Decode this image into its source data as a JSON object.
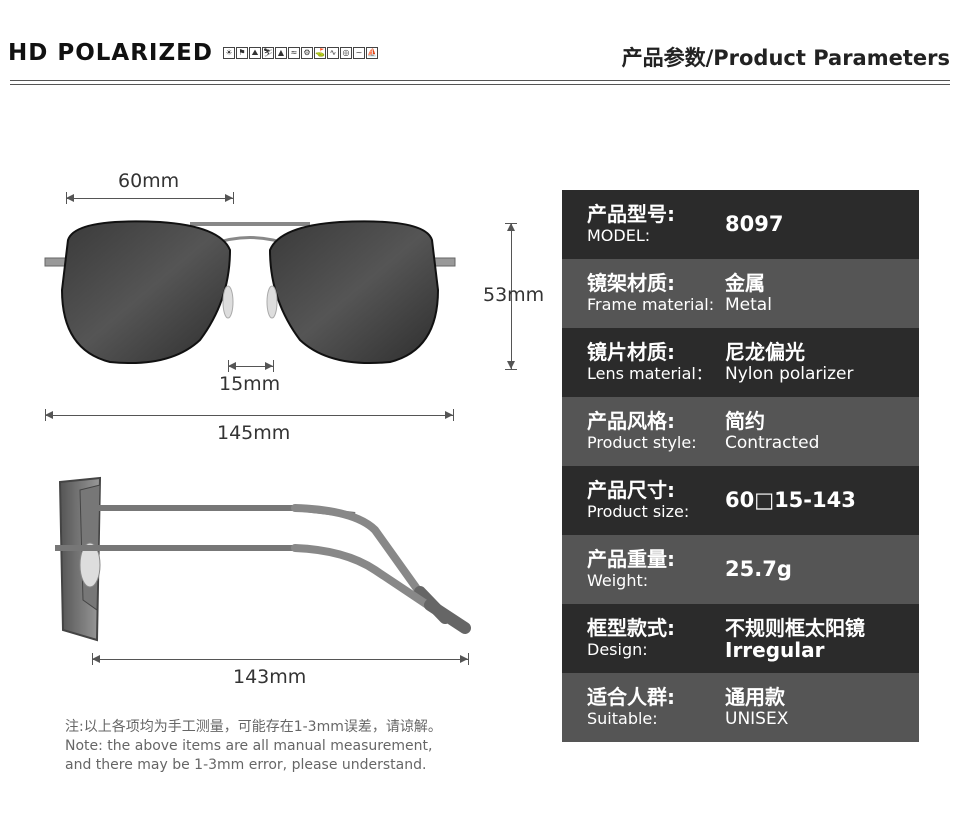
{
  "header": {
    "brand": "HD POLARIZED",
    "icons": [
      "sun-icon",
      "run-icon",
      "hike-icon",
      "ski-icon",
      "climb-icon",
      "fish-icon",
      "bike-icon",
      "golf-icon",
      "swim-icon",
      "drive-icon",
      "surf-icon",
      "sail-icon"
    ],
    "title": "产品参数/Product Parameters"
  },
  "dims": {
    "lens_width": "60mm",
    "lens_height": "53mm",
    "bridge": "15mm",
    "frame_width": "145mm",
    "temple_length": "143mm"
  },
  "note": {
    "zh": "注:以上各项均为手工测量，可能存在1-3mm误差，请谅解。",
    "en1": "Note: the above items are all manual measurement,",
    "en2": "and there may be 1-3mm error, please understand."
  },
  "params": [
    {
      "zh": "产品型号:",
      "en": "MODEL:",
      "v1": "8097",
      "v2": ""
    },
    {
      "zh": "镜架材质:",
      "en": "Frame material:",
      "v1": "金属",
      "v2": "Metal"
    },
    {
      "zh": "镜片材质:",
      "en": "Lens material：",
      "v1": "尼龙偏光",
      "v2": "Nylon polarizer"
    },
    {
      "zh": "产品风格:",
      "en": "Product style:",
      "v1": "简约",
      "v2": "Contracted"
    },
    {
      "zh": "产品尺寸:",
      "en": "Product size:",
      "v1": "60□15-143",
      "v2": ""
    },
    {
      "zh": "产品重量:",
      "en": "Weight:",
      "v1": "25.7g",
      "v2": ""
    },
    {
      "zh": "框型款式:",
      "en": "Design:",
      "v1": "不规则框太阳镜",
      "v2": "Irregular"
    },
    {
      "zh": "适合人群:",
      "en": "Suitable:",
      "v1": "通用款",
      "v2": "UNISEX"
    }
  ]
}
